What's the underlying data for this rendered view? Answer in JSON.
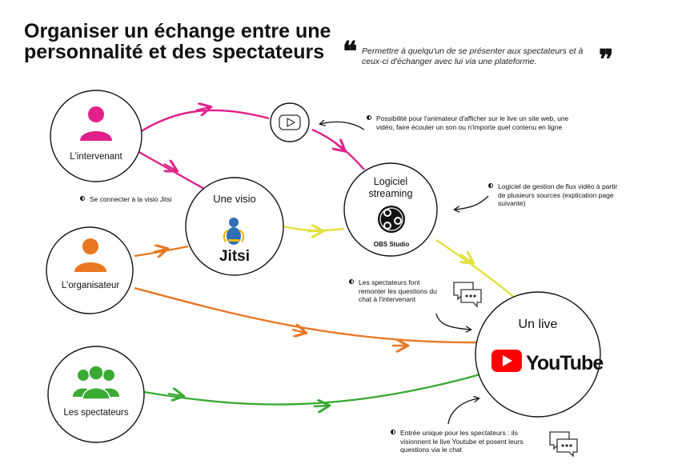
{
  "title": "Organiser un échange entre une personnalité et des spectateurs",
  "quote": {
    "open_mark": "❝",
    "text": "Permettre à quelqu'un de se présenter aux spectateurs et à ceux-ci d'échanger avec lui via une plateforme.",
    "close_mark": "❞"
  },
  "nodes": {
    "intervenant": {
      "label": "L'intervenant",
      "icon": "person-icon",
      "color": "#e0218a"
    },
    "organisateur": {
      "label": "L'organisateur",
      "icon": "person-icon",
      "color": "#e87722"
    },
    "spectateurs": {
      "label": "Les spectateurs",
      "icon": "group-icon",
      "color": "#3aaa35"
    },
    "visio": {
      "label": "Une visio",
      "brand": "Jitsi",
      "icon": "jitsi-logo-icon"
    },
    "streaming": {
      "label_line1": "Logiciel",
      "label_line2": "streaming",
      "brand": "OBS Studio",
      "icon": "obs-logo-icon"
    },
    "live": {
      "label": "Un live",
      "brand": "YouTube",
      "icon": "youtube-logo-icon"
    },
    "content": {
      "icon": "play-button-icon"
    }
  },
  "notes": {
    "content_note": "Possibilité pour l'animateur d'afficher sur le live un site web, une vidéo, faire écouter un son ou n'importe quel contenu en ligne",
    "visio_note": "Se connecter à la visio Jitsi",
    "obs_note": "Logiciel de gestion de flux vidéo à partir de plusieurs sources (explication page suivante)",
    "chat_note": "Les spectateurs font remonter les questions du chat à l'intervenant",
    "entry_note": "Entrée unique pour les spectateurs : ils visionnent le live Youtube et posent leurs questions via le chat"
  },
  "colors": {
    "pink": "#e0218a",
    "orange": "#e87722",
    "green": "#3aaa35",
    "yellow": "#e3e03a",
    "youtube_red": "#ff0000",
    "jitsi_blue": "#2f6fb5"
  }
}
